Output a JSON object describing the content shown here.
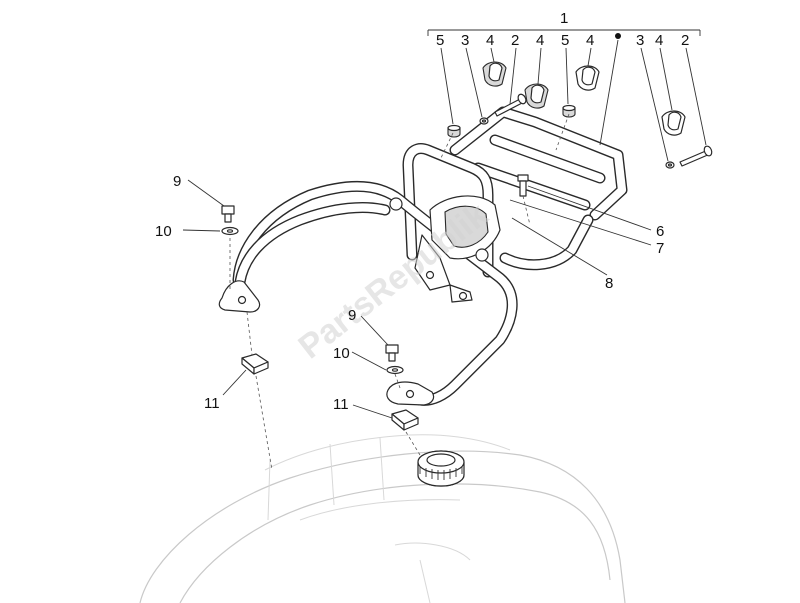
{
  "diagram": {
    "watermark": "PartsRepublik",
    "labels": {
      "assembly": "1",
      "top_row": [
        "5",
        "3",
        "4",
        "2",
        "4",
        "5",
        "4",
        "3",
        "4",
        "2"
      ],
      "item_6": "6",
      "item_7": "7",
      "item_8": "8",
      "item_9_left": "9",
      "item_10_left": "10",
      "item_11_left": "11",
      "item_9_mid": "9",
      "item_10_mid": "10",
      "item_11_mid": "11"
    }
  }
}
